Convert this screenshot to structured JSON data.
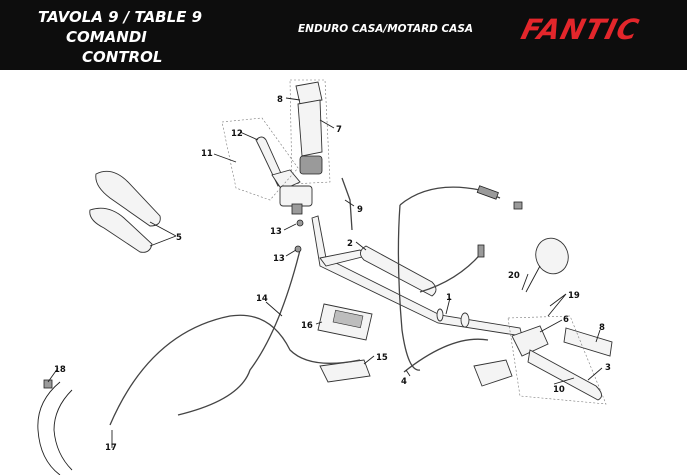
{
  "header": {
    "title_line1": "TAVOLA 9  /  TABLE 9",
    "title_line2": "COMANDI",
    "title_line3": "CONTROL",
    "model": "ENDURO CASA/MOTARD CASA",
    "brand": "FANTIC",
    "brand_color": "#e3262b"
  },
  "callouts": {
    "c1": "1",
    "c2": "2",
    "c3": "3",
    "c4": "4",
    "c5": "5",
    "c6": "6",
    "c7": "7",
    "c8a": "8",
    "c8b": "8",
    "c9": "9",
    "c10": "10",
    "c11": "11",
    "c12": "12",
    "c13a": "13",
    "c13b": "13",
    "c14": "14",
    "c15": "15",
    "c16": "16",
    "c17": "17",
    "c18": "18",
    "c19": "19",
    "c20": "20"
  }
}
